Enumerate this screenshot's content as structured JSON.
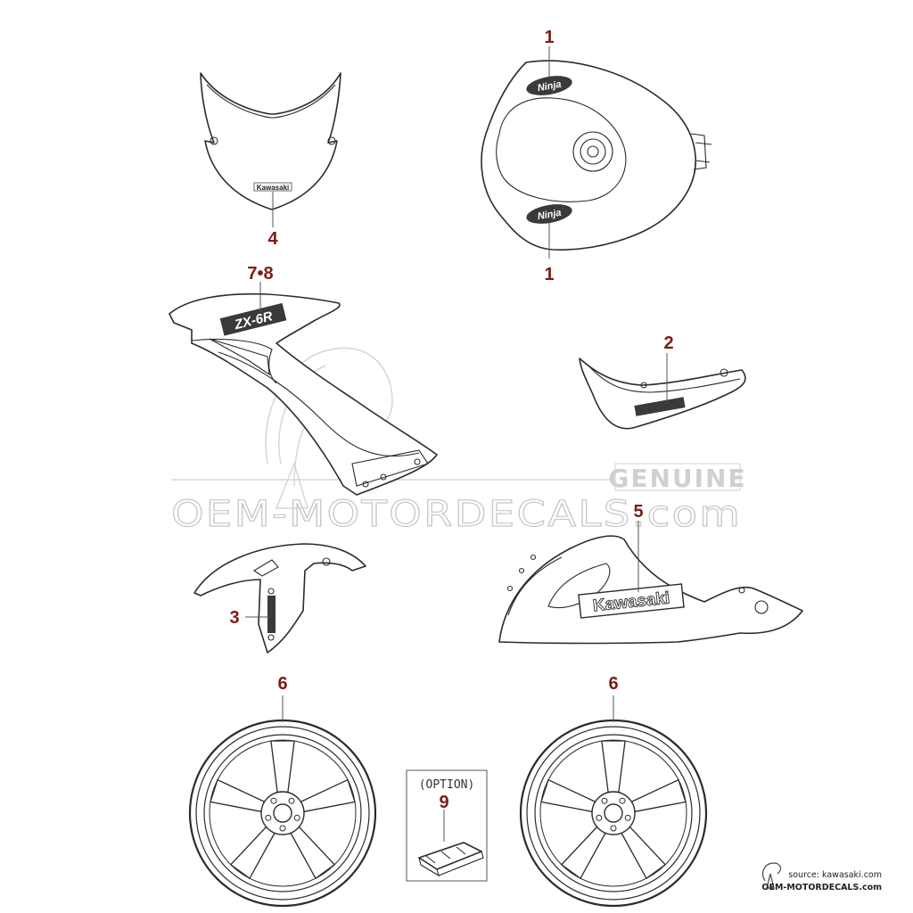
{
  "callouts": {
    "tank_top": "1",
    "tank_bottom": "1",
    "windshield": "4",
    "side_cowl": "7•8",
    "tail_cowl": "2",
    "front_fender": "3",
    "lower_cowl": "5",
    "wheel_front": "6",
    "wheel_rear": "6",
    "option_kit": "9"
  },
  "decals": {
    "windshield_brand": "Kawasaki",
    "tank_logo_top": "Ninja",
    "tank_logo_bottom": "Ninja",
    "side_cowl_logo": "ZX-6R",
    "lower_cowl_brand": "Kawasaki"
  },
  "option_box": {
    "label": "(OPTION)"
  },
  "watermark": {
    "genuine": "GENUINE",
    "site": "OEM-MOTORDECALS.com"
  },
  "credits": {
    "source": "source: kawasaki.com",
    "site": "OEM-MOTORDECALS.com"
  },
  "colors": {
    "callout": "#7a1d14",
    "line": "#2b2b2b",
    "watermark": "#c8c8c8"
  }
}
